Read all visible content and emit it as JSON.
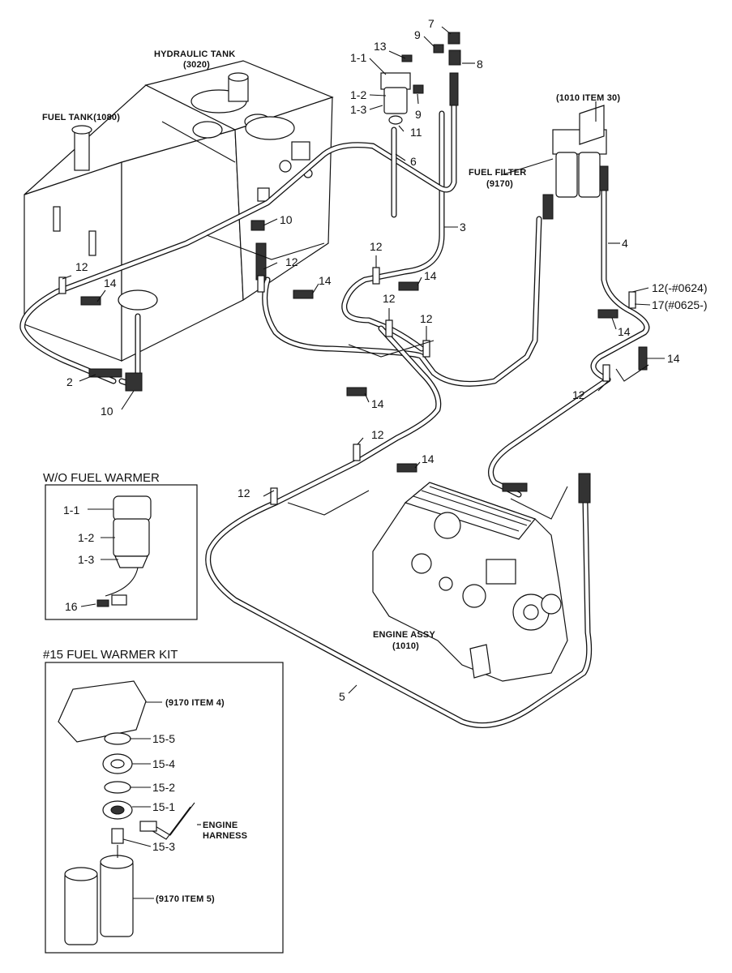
{
  "labels": {
    "hydraulic_tank": "HYDRAULIC TANK",
    "hydraulic_tank_ref": "(3020)",
    "fuel_tank": "FUEL TANK(1080)",
    "fuel_filter": "FUEL FILTER",
    "fuel_filter_ref": "(9170)",
    "engine_item": "(1010 ITEM 30)",
    "engine_assy": "ENGINE ASSY",
    "engine_assy_ref": "(1010)",
    "engine_harness_1": "ENGINE",
    "engine_harness_2": "HARNESS",
    "filter_head_ref": "(9170 ITEM 4)",
    "filter_element_ref": "(9170 ITEM 5)"
  },
  "insets": {
    "wo_warmer_title": "W/O FUEL WARMER",
    "warmer_kit_title": "#15 FUEL WARMER KIT"
  },
  "callouts": {
    "c13": "13",
    "c1_1": "1-1",
    "c1_2": "1-2",
    "c1_3": "1-3",
    "c9a": "9",
    "c9b": "9",
    "c7": "7",
    "c8": "8",
    "c11": "11",
    "c6": "6",
    "c10a": "10",
    "c10b": "10",
    "c3": "3",
    "c4": "4",
    "c2": "2",
    "c5": "5",
    "c12a": "12",
    "c12b": "12",
    "c12c": "12",
    "c12d": "12",
    "c12e": "12",
    "c12f": "12",
    "c12g": "12",
    "c12h": "12",
    "c12_0624": "12(-#0624)",
    "c17_0625": "17(#0625-)",
    "c14a": "14",
    "c14b": "14",
    "c14c": "14",
    "c14d": "14",
    "c14e": "14",
    "c14f": "14",
    "c14g": "14",
    "w1_1": "1-1",
    "w1_2": "1-2",
    "w1_3": "1-3",
    "w16": "16",
    "k15_5": "15-5",
    "k15_4": "15-4",
    "k15_2": "15-2",
    "k15_1": "15-1",
    "k15_3": "15-3"
  },
  "colors": {
    "ink": "#111111",
    "paper": "#ffffff"
  }
}
